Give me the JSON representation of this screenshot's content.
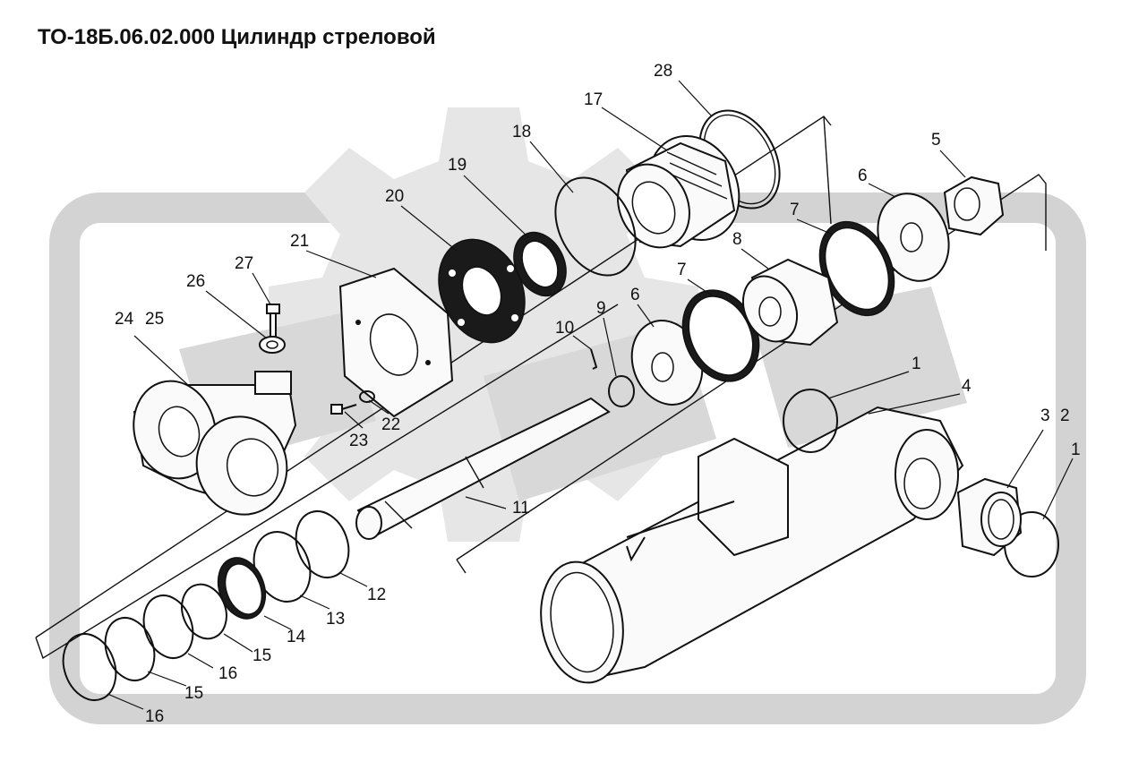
{
  "title": "ТО-18Б.06.02.000 Цилиндр стреловой",
  "colors": {
    "watermark": "#d3d3d3",
    "line": "#111111",
    "background": "#ffffff"
  },
  "callouts": [
    {
      "id": "c28",
      "text": "28"
    },
    {
      "id": "c17",
      "text": "17"
    },
    {
      "id": "c18",
      "text": "18"
    },
    {
      "id": "c19",
      "text": "19"
    },
    {
      "id": "c20",
      "text": "20"
    },
    {
      "id": "c21",
      "text": "21"
    },
    {
      "id": "c27",
      "text": "27"
    },
    {
      "id": "c26",
      "text": "26"
    },
    {
      "id": "c24",
      "text": "24"
    },
    {
      "id": "c25",
      "text": "25"
    },
    {
      "id": "c5",
      "text": "5"
    },
    {
      "id": "c6a",
      "text": "6"
    },
    {
      "id": "c7a",
      "text": "7"
    },
    {
      "id": "c8",
      "text": "8"
    },
    {
      "id": "c7b",
      "text": "7"
    },
    {
      "id": "c6b",
      "text": "6"
    },
    {
      "id": "c9",
      "text": "9"
    },
    {
      "id": "c10",
      "text": "10"
    },
    {
      "id": "c1a",
      "text": "1"
    },
    {
      "id": "c4",
      "text": "4"
    },
    {
      "id": "c3",
      "text": "3"
    },
    {
      "id": "c2",
      "text": "2"
    },
    {
      "id": "c1b",
      "text": "1"
    },
    {
      "id": "c22",
      "text": "22"
    },
    {
      "id": "c23",
      "text": "23"
    },
    {
      "id": "c11",
      "text": "11"
    },
    {
      "id": "c12",
      "text": "12"
    },
    {
      "id": "c13",
      "text": "13"
    },
    {
      "id": "c14",
      "text": "14"
    },
    {
      "id": "c15a",
      "text": "15"
    },
    {
      "id": "c16a",
      "text": "16"
    },
    {
      "id": "c15b",
      "text": "15"
    },
    {
      "id": "c16b",
      "text": "16"
    }
  ]
}
